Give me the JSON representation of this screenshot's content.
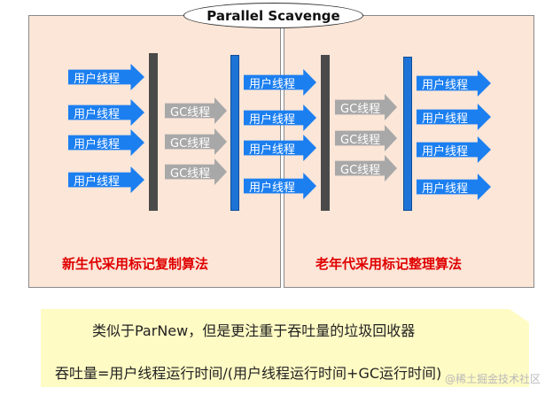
{
  "title": "Parallel Scavenge",
  "labels": {
    "user_thread": "用户线程",
    "gc_thread": "GC线程"
  },
  "captions": {
    "young": "新生代采用标记复制算法",
    "old": "老年代采用标记整理算法"
  },
  "note": {
    "line1": "类似于ParNew，但是更注重于吞吐量的垃圾回收器",
    "line2": "吞吐量=用户线程运行时间/(用户线程运行时间+GC运行时间)"
  },
  "watermark": "@稀土掘金技术社区",
  "colors": {
    "panel_bg": "#fbe6d8",
    "user_arrow": "#1c7ff0",
    "gc_arrow": "#a8a8a8",
    "caption_red": "#e00000",
    "note_bg": "#fffbc4"
  }
}
